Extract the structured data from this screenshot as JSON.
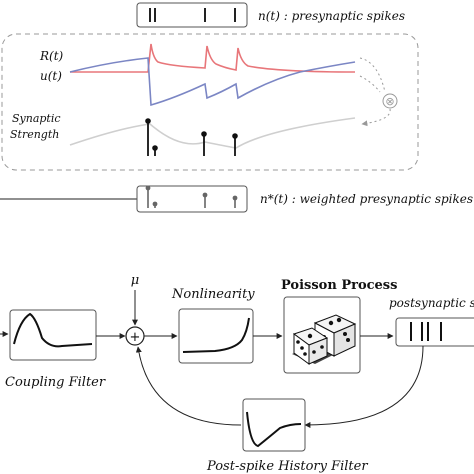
{
  "presynaptic": {
    "label": "n(t) : presynaptic spikes"
  },
  "stp_panel": {
    "r_label": "R(t)",
    "u_label": "u(t)",
    "r_color": "#7b86c4",
    "u_color": "#e8767a",
    "strength_label_line1": "Synaptic",
    "strength_label_line2": "Strength",
    "multiply_symbol": "⊗"
  },
  "weighted": {
    "label": "n*(t) : weighted presynaptic spikes"
  },
  "glm": {
    "mu_label": "μ",
    "sum_symbol": "+",
    "coupling_label": "Coupling Filter",
    "nonlinearity_label": "Nonlinearity",
    "poisson_label": "Poisson Process",
    "postsynaptic_label": "postsynaptic sp",
    "history_label": "Post-spike History Filter"
  }
}
